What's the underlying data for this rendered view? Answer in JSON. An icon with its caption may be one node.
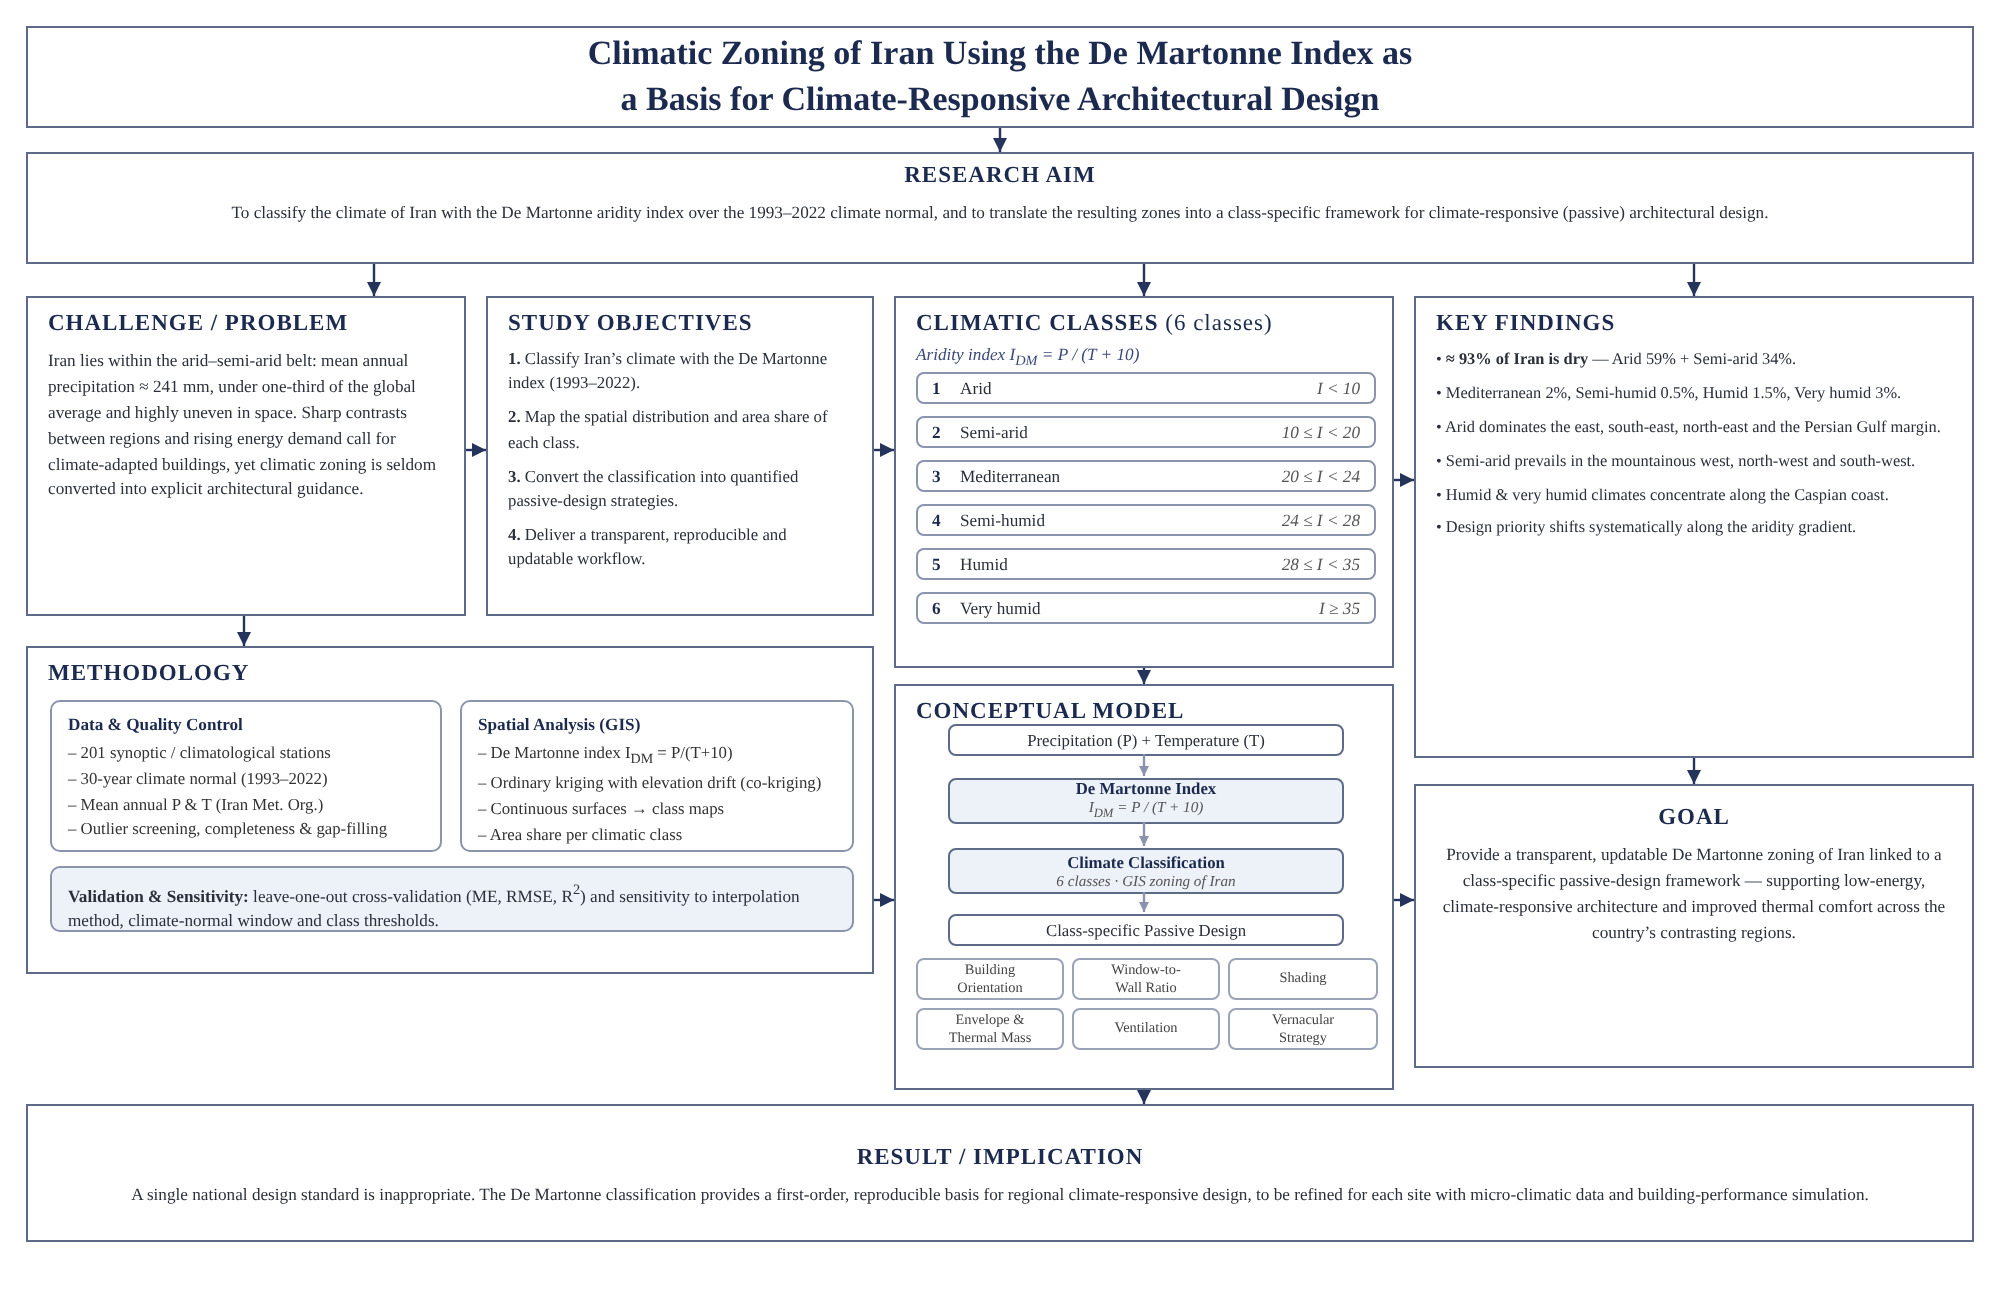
{
  "diagram": {
    "nodes": [
      {
        "text": [
          "Climatic Zoning of Iran Using the De Martonne Index as a Basis for Climate-Responsive Architectural Design"
        ]
      },
      {
        "text": [
          "RESEARCH AIM",
          "To classify the climate of Iran with the De Martonne aridity index over the 1993–2022 climate normal, and to translate the resulting zones into a class-specific framework for climate-responsive (passive) architectural design."
        ]
      },
      {
        "text": [
          "CHALLENGE / PROBLEM",
          "Iran lies within the arid–semi-arid belt: mean annual precipitation ≈ 241 mm, under one-third of the global average and highly uneven in space. Sharp contrasts between regions and rising energy demand call for climate-adapted buildings, yet climatic zoning is seldom converted into explicit architectural guidance."
        ]
      },
      {
        "text": [
          "STUDY OBJECTIVES",
          "**1.** Classify Iran’s climate with the De Martonne index (1993–2022).",
          "**2.** Map the spatial distribution and area share of each class.",
          "**3.** Convert the classification into quantified passive-design strategies.",
          "**4.** Deliver a transparent, reproducible and updatable workflow."
        ]
      },
      {
        "text": [
          "**CLIMATIC CLASSES** (6 classes)",
          "Aridity index  I$_{DM}$ = P / (T + 10)"
        ]
      },
      {
        "text": [
          "1",
          "Arid",
          "I < 10"
        ],
        "in": 4
      },
      {
        "text": [
          "2",
          "Semi-arid",
          "10 ≤ I < 20"
        ],
        "in": 4
      },
      {
        "text": [
          "3",
          "Mediterranean",
          "20 ≤ I < 24"
        ],
        "in": 4
      },
      {
        "text": [
          "4",
          "Semi-humid",
          "24 ≤ I < 28"
        ],
        "in": 4
      },
      {
        "text": [
          "5",
          "Humid",
          "28 ≤ I < 35"
        ],
        "in": 4
      },
      {
        "text": [
          "6",
          "Very humid",
          "I ≥ 35"
        ],
        "in": 4
      },
      {
        "text": [
          "KEY FINDINGS",
          "• **≈ 93% of Iran is dry** — Arid 59% + Semi-arid 34%.",
          "• Mediterranean 2%, Semi-humid 0.5%, Humid 1.5%, Very humid 3%.",
          "• Arid dominates the east, south-east, north-east and the Persian Gulf margin.",
          "• Semi-arid prevails in the mountainous west, north-west and south-west.",
          "• Humid & very humid climates concentrate along the Caspian coast.",
          "• Design priority shifts systematically along the aridity gradient."
        ]
      },
      {
        "text": [
          "METHODOLOGY"
        ]
      },
      {
        "text": [
          "Data & Quality Control",
          "– 201 synoptic / climatological stations",
          "– 30-year climate normal (1993–2022)",
          "– Mean annual P & T (Iran Met. Org.)",
          "– Outlier screening, completeness & gap-filling"
        ],
        "in": 12
      },
      {
        "text": [
          "Spatial Analysis (GIS)",
          "– De Martonne index I$_{DM}$ = P/(T+10)",
          "– Ordinary kriging with elevation drift (co-kriging)",
          "– Continuous surfaces → class maps",
          "– Area share per climatic class"
        ],
        "in": 12
      },
      {
        "text": [
          "**Validation & Sensitivity:** leave-one-out cross-validation (ME, RMSE, R$^{2}$) and sensitivity to interpolation method, climate-normal window and class thresholds."
        ],
        "in": 12
      },
      {
        "text": [
          "CONCEPTUAL MODEL"
        ]
      },
      {
        "text": [
          "Precipitation (P)  +  Temperature (T)"
        ],
        "in": 16
      },
      {
        "text": [
          "De Martonne Index",
          "I$_{DM}$ = P / (T + 10)"
        ],
        "in": 16
      },
      {
        "text": [
          "Climate Classification",
          "6 classes · GIS zoning of Iran"
        ],
        "in": 16
      },
      {
        "text": [
          "Class-specific Passive Design"
        ],
        "in": 16
      },
      {
        "text": [
          "Building Orientation"
        ],
        "in": 16
      },
      {
        "text": [
          "Window-to-Wall Ratio"
        ],
        "in": 16
      },
      {
        "text": [
          "Shading"
        ],
        "in": 16
      },
      {
        "text": [
          "Envelope & Thermal Mass"
        ],
        "in": 16
      },
      {
        "text": [
          "Ventilation"
        ],
        "in": 16
      },
      {
        "text": [
          "Vernacular Strategy"
        ],
        "in": 16
      },
      {
        "text": [
          "GOAL",
          "Provide a transparent, updatable De Martonne zoning of Iran linked to a class-specific passive-design framework — supporting low-energy, climate-responsive architecture and improved thermal comfort across the country’s contrasting regions."
        ]
      },
      {
        "text": [
          "RESULT / IMPLICATION",
          "A single national design standard is inappropriate. The De Martonne classification provides a first-order, reproducible basis for regional climate-responsive design, to be refined for each site with micro-climatic data and building-performance simulation."
        ]
      }
    ],
    "edges": [
      {
        "from": 0,
        "to": 1,
        "arrow": "to"
      },
      {
        "from": 1,
        "to": 2,
        "arrow": "to"
      },
      {
        "from": 1,
        "to": 4,
        "arrow": "to"
      },
      {
        "from": 1,
        "to": 11,
        "arrow": "to"
      },
      {
        "from": 2,
        "to": 3,
        "arrow": "to"
      },
      {
        "from": 3,
        "to": 4,
        "arrow": "to"
      },
      {
        "from": 4,
        "to": 11,
        "arrow": "to"
      },
      {
        "from": 2,
        "to": 12,
        "arrow": "to"
      },
      {
        "from": 12,
        "to": 16,
        "arrow": "to"
      },
      {
        "from": 4,
        "to": 16,
        "arrow": "to"
      },
      {
        "from": 11,
        "to": 27,
        "arrow": "to"
      },
      {
        "from": 16,
        "to": 27,
        "arrow": "to"
      },
      {
        "from": 16,
        "to": 28,
        "arrow": "to"
      },
      {
        "from": 17,
        "to": 18,
        "arrow": "to",
        "color": "#8a94ad"
      },
      {
        "from": 18,
        "to": 19,
        "arrow": "to",
        "color": "#8a94ad"
      },
      {
        "from": 19,
        "to": 20,
        "arrow": "to",
        "color": "#8a94ad"
      }
    ]
  }
}
